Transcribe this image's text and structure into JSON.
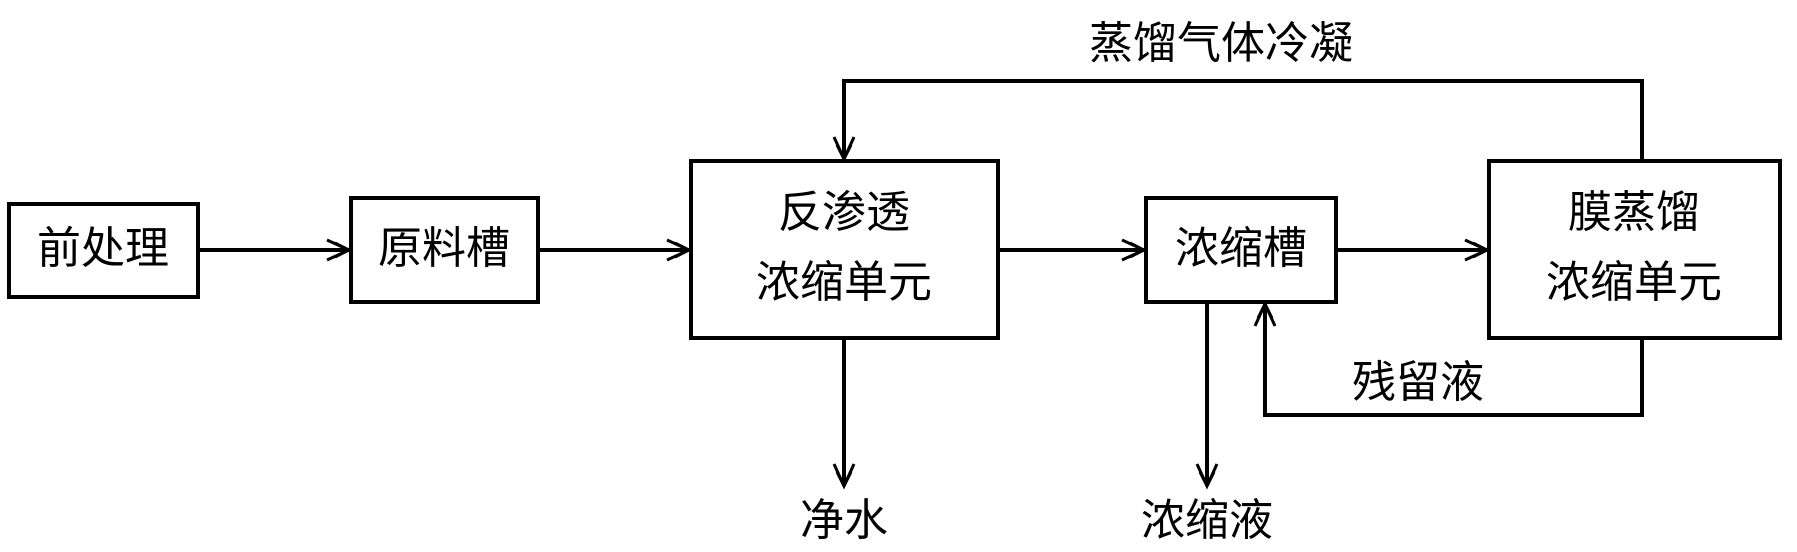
{
  "nodes": {
    "pretreatment": "前处理",
    "feed_tank": "原料槽",
    "ro_unit": {
      "line1": "反渗透",
      "line2": "浓缩单元"
    },
    "concentrate_tank": "浓缩槽",
    "md_unit": {
      "line1": "膜蒸馏",
      "line2": "浓缩单元"
    }
  },
  "edge_labels": {
    "distillate_condensation": "蒸馏气体冷凝",
    "residual_liquid": "残留液",
    "clean_water": "净水",
    "concentrate": "浓缩液"
  }
}
